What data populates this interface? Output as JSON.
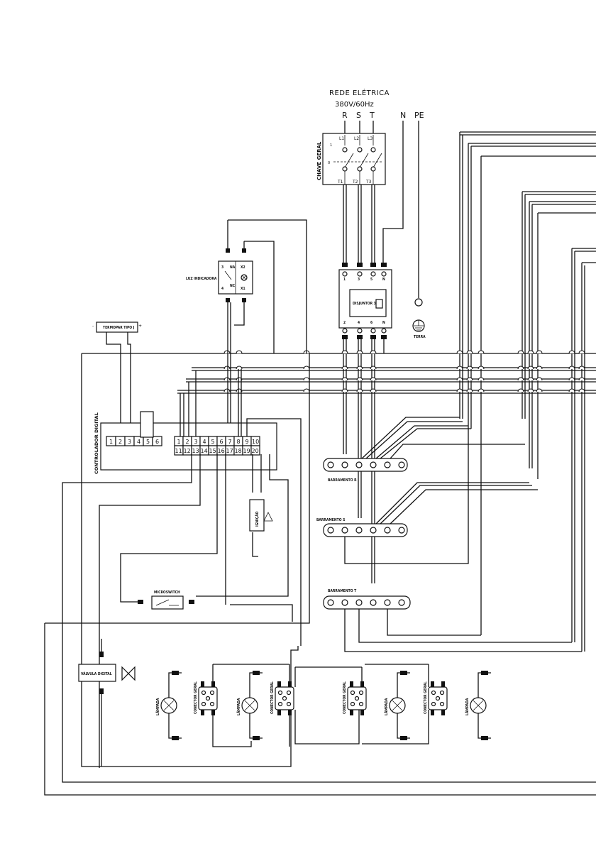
{
  "supply": {
    "title": "REDE ELÉTRICA",
    "spec": "380V/60Hz",
    "phases": [
      "R",
      "S",
      "T"
    ],
    "neutral": "N",
    "earth": "PE"
  },
  "main_switch": {
    "label": "CHAVE GERAL",
    "top_terminals": [
      "L1",
      "L2",
      "L3"
    ],
    "bottom_terminals": [
      "T1",
      "T2",
      "T3"
    ],
    "pos_1": "1",
    "pos_0": "0"
  },
  "breaker": {
    "label": "DISJUNTOR 3P",
    "top_terminals": [
      "1",
      "3",
      "5",
      "N"
    ],
    "bottom_terminals": [
      "2",
      "4",
      "6",
      "N"
    ]
  },
  "earth_symbol": {
    "label": "TERRA"
  },
  "thermocouple": {
    "label": "TERMOPAR TIPO J",
    "minus": "-",
    "plus": "+"
  },
  "indicator_lamp": {
    "label": "LUZ INDICADORA",
    "terminals": [
      "3",
      "4",
      "X1",
      "X2"
    ],
    "contact_labels": [
      "NA",
      "NC"
    ]
  },
  "controller": {
    "label": "CONTROLADOR DIGITAL",
    "block_a": [
      "1",
      "2",
      "3",
      "4",
      "5",
      "6"
    ],
    "block_b_top": [
      "1",
      "2",
      "3",
      "4",
      "5",
      "6",
      "7",
      "8",
      "9",
      "10"
    ],
    "block_b_bottom": [
      "11",
      "12",
      "13",
      "14",
      "15",
      "16",
      "17",
      "18",
      "19",
      "20"
    ]
  },
  "ignition_box": {
    "label": "IGNIÇÃO"
  },
  "microswitch": {
    "label": "MICROSWITCH"
  },
  "buses": {
    "r": "BARRAMENTO R",
    "s": "BARRAMENTO S",
    "t": "BARRAMENTO T"
  },
  "valve": {
    "label": "VÁLVULA DIGITAL"
  },
  "lamps": {
    "lamp_label": "LÂMPADA",
    "connector_label": "CONECTOR GERAL"
  }
}
